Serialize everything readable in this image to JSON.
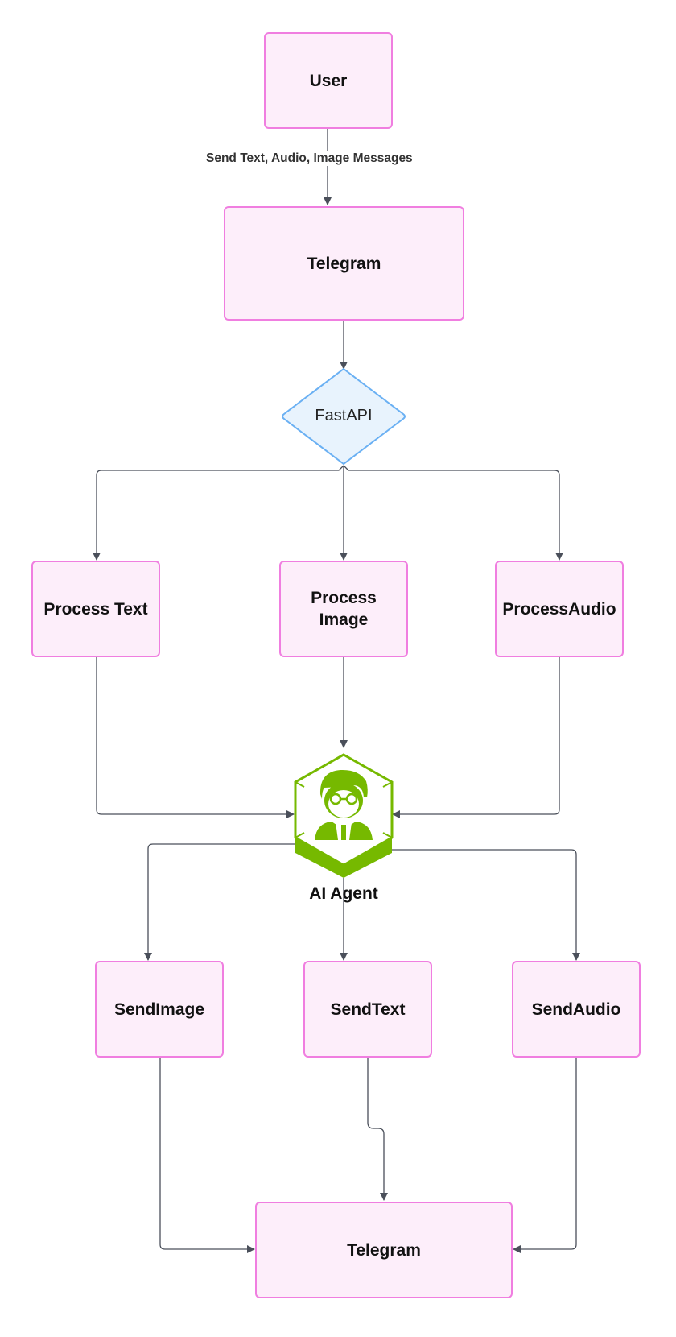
{
  "nodes": {
    "user": "User",
    "telegram_top": "Telegram",
    "fastapi": "FastAPI",
    "process_text": "Process Text",
    "process_image": "Process Image",
    "process_audio": "ProcessAudio",
    "ai_agent": "AI Agent",
    "send_image": "SendImage",
    "send_text": "SendText",
    "send_audio": "SendAudio",
    "telegram_bottom": "Telegram"
  },
  "edges": {
    "user_to_telegram": "Send Text, Audio, Image Messages"
  },
  "colors": {
    "node_fill": "#fdeefa",
    "node_border": "#f07ee0",
    "decision_fill": "#e8f3fd",
    "decision_border": "#6ab0f3",
    "agent_green": "#76b900",
    "edge": "#4a4f5a"
  },
  "icons": {
    "ai_agent": "agent-avatar-hexagon-icon"
  }
}
